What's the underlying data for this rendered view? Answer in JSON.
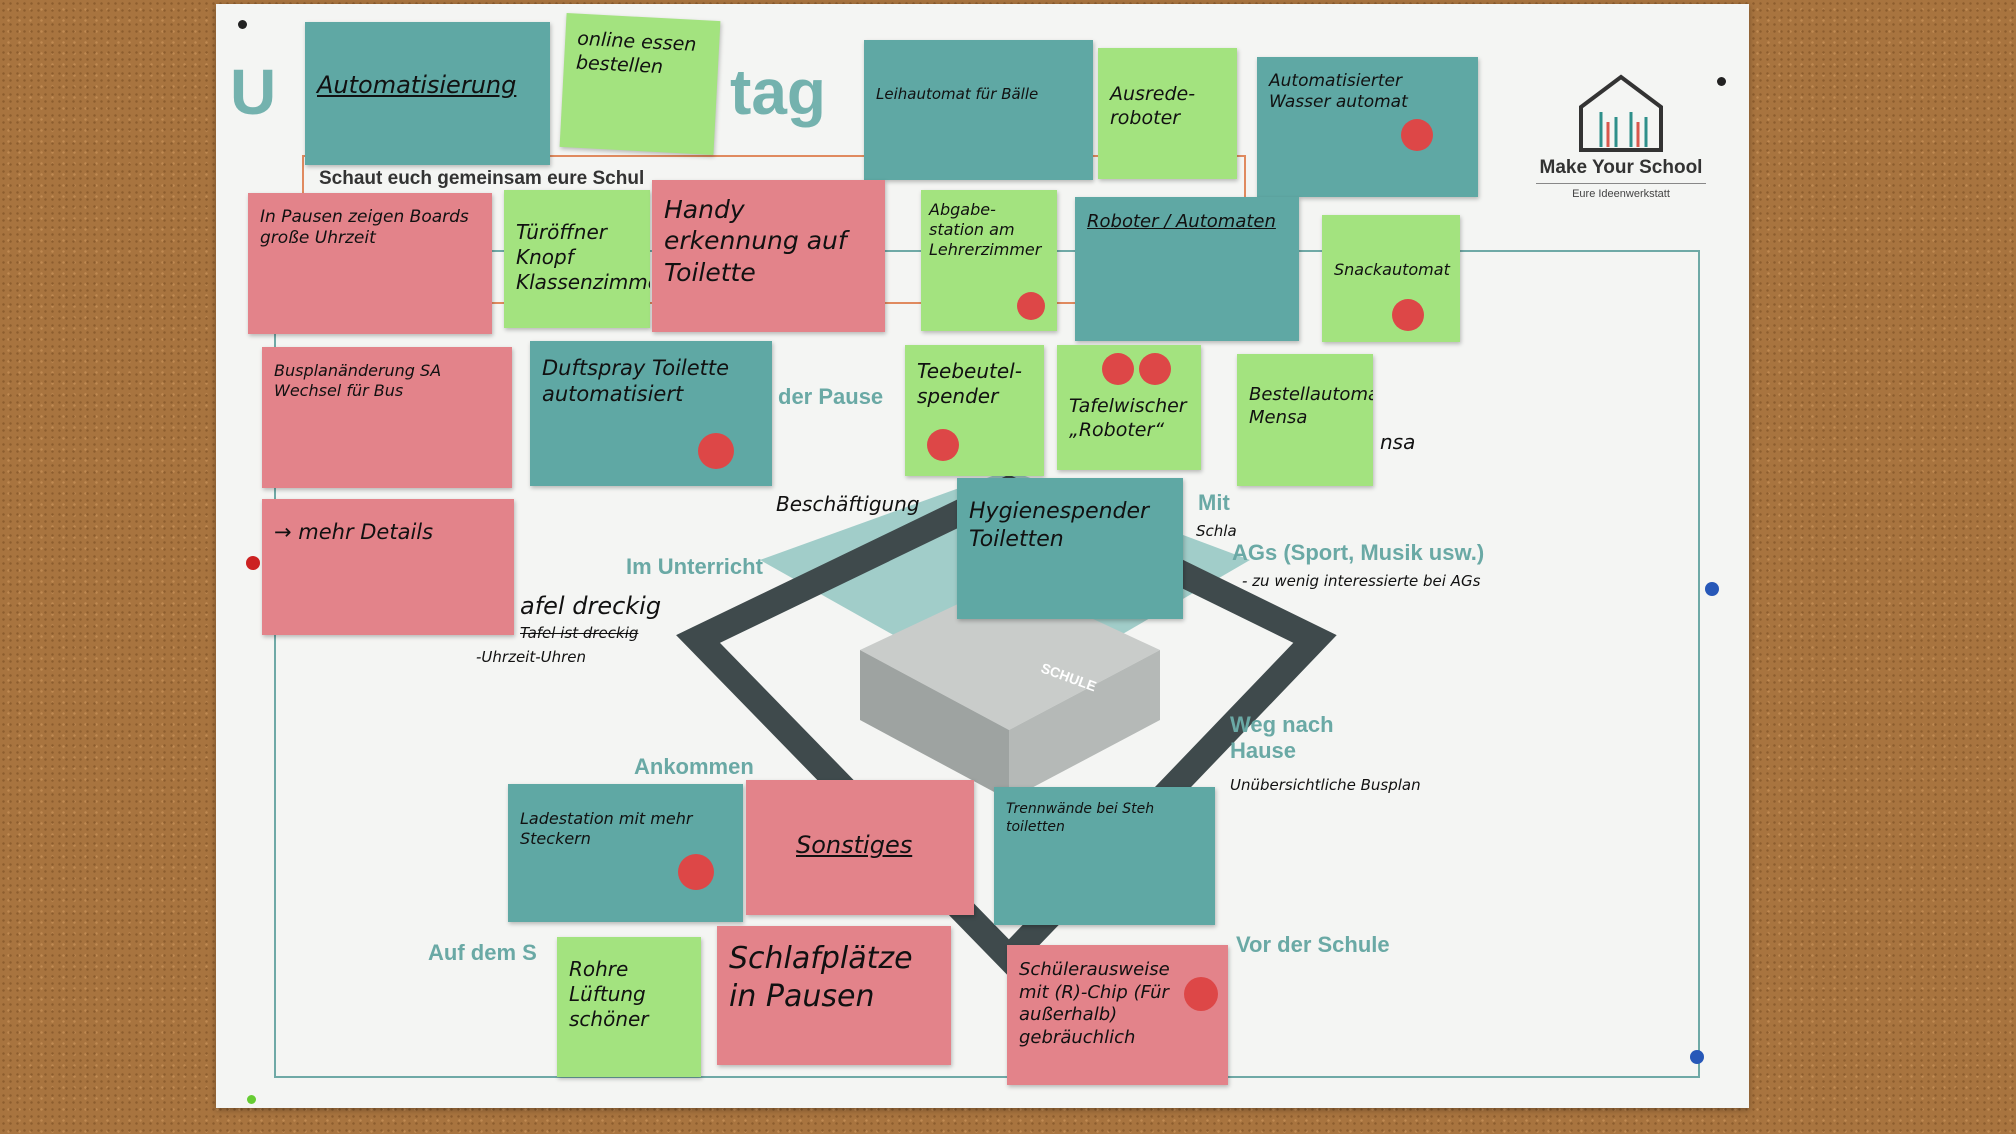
{
  "poster": {
    "title_fragment_start": "U",
    "title_fragment_end": "tag",
    "intro": "Schaut euch gemeinsam eure Schul",
    "brand": "Make Your School",
    "brand_sub": "Eure Ideenwerkstatt",
    "areas": {
      "pause": "der Pause",
      "mit": "Mit",
      "unterricht": "Im Unterricht",
      "ags": "AGs (Sport, Musik usw.)",
      "weg": "Weg nach Hause",
      "ankommen": "Ankommen",
      "vor": "Vor der Schule",
      "auf": "Auf dem S",
      "schule": "SCHULE"
    },
    "handwritten": {
      "beschaeftigung": "Beschäftigung",
      "ags_note": "- zu wenig interessierte bei AGs",
      "busplan": "Unübersichtliche Busplan",
      "tafel": "afel dreckig",
      "tafel2": "Tafel ist dreckig",
      "uhrzeit": "-Uhrzeit-Uhren",
      "mensa": "nsa",
      "schla": "Schla"
    }
  },
  "notes": [
    {
      "text": "Automatisierung"
    },
    {
      "text": "online essen bestellen"
    },
    {
      "text": "Leihautomat für Bälle"
    },
    {
      "text": "Ausrede-roboter"
    },
    {
      "text": "Automatisierter Wasser automat"
    },
    {
      "text": "In Pausen zeigen Boards große Uhrzeit"
    },
    {
      "text": "Türöffner Knopf Klassenzimmer"
    },
    {
      "text": "Handy erkennung auf Toilette"
    },
    {
      "text": "Abgabe-station am Lehrerzimmer"
    },
    {
      "text": "Roboter / Automaten"
    },
    {
      "text": "Snackautomat"
    },
    {
      "text": "Busplanänderung SA Wechsel für Bus"
    },
    {
      "text": "Duftspray Toilette automatisiert"
    },
    {
      "text": "Teebeutel-spender"
    },
    {
      "text": "Tafelwischer „Roboter“"
    },
    {
      "text": "Bestellautomaten Mensa"
    },
    {
      "text": "Hygienespender Toiletten"
    },
    {
      "text": "→ mehr Details"
    },
    {
      "text": "Ladestation mit mehr Steckern"
    },
    {
      "text": "Sonstiges"
    },
    {
      "text": "Trennwände bei Steh toiletten"
    },
    {
      "text": "Rohre Lüftung schöner"
    },
    {
      "text": "Schlafplätze in Pausen"
    },
    {
      "text": "Schülerausweise mit (R)-Chip (Für außerhalb) gebräuchlich"
    }
  ],
  "colors": {
    "teal": "#5fa8a4",
    "green": "#a3e37f",
    "pink": "#e3838a",
    "dot": "#dd4747"
  }
}
